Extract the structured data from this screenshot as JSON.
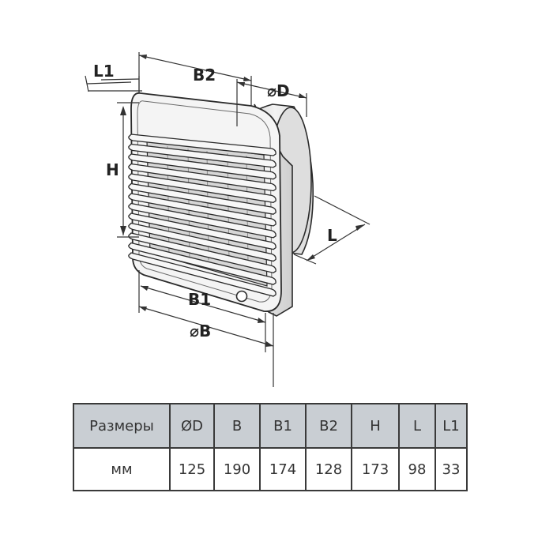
{
  "diagram": {
    "labels": {
      "l1": "L1",
      "b2": "B2",
      "d": "⌀D",
      "h": "H",
      "l": "L",
      "b1": "B1",
      "b": "⌀B"
    }
  },
  "table": {
    "headers": [
      "Размеры",
      "ØD",
      "B",
      "B1",
      "B2",
      "H",
      "L",
      "L1"
    ],
    "row_label": "мм",
    "values": [
      "125",
      "190",
      "174",
      "128",
      "173",
      "98",
      "33"
    ]
  },
  "colors": {
    "table_header_bg": "#c9ced3",
    "border": "#3a3a3a",
    "outline": "#2a2a2a"
  }
}
